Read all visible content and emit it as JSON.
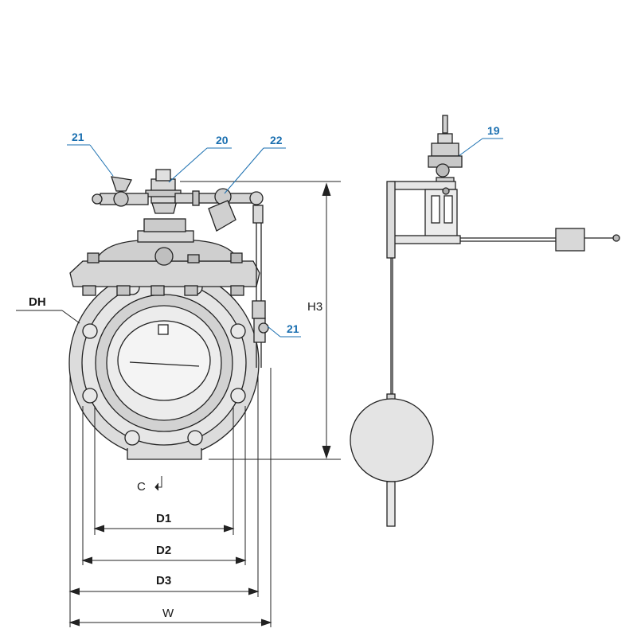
{
  "callouts": {
    "c21_top": "21",
    "c20": "20",
    "c22": "22",
    "c19": "19",
    "c21_side": "21"
  },
  "dimensions": {
    "dh": "DH",
    "h3": "H3",
    "c": "C",
    "d1": "D1",
    "d2": "D2",
    "d3": "D3",
    "w": "W"
  },
  "colors": {
    "line": "#222222",
    "fill": "#d9d9d9",
    "callout": "#1a6fb0"
  }
}
